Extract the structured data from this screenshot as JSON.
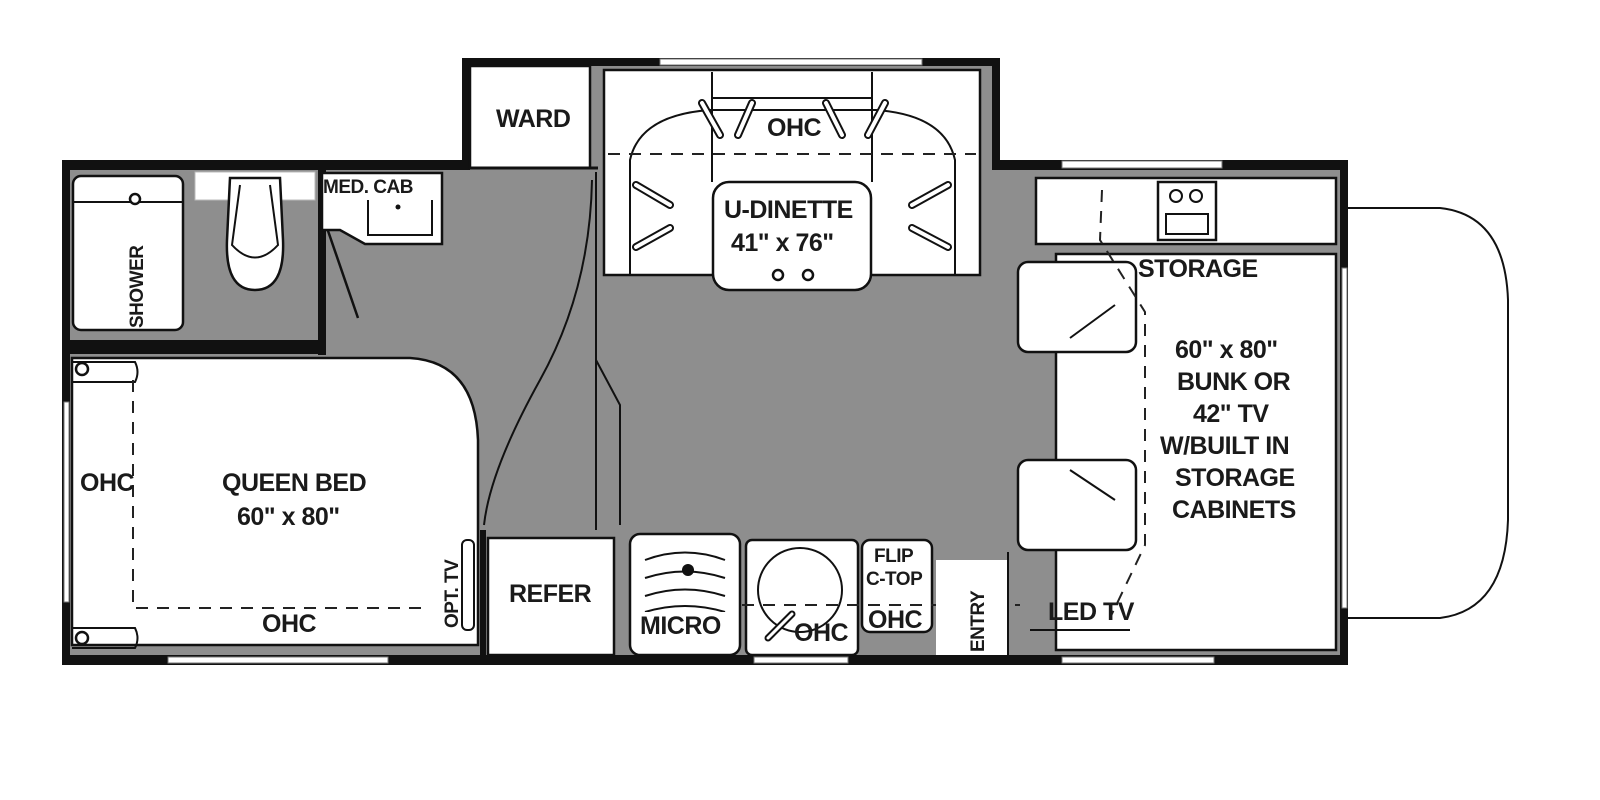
{
  "diagram": {
    "title": "RV Floor Plan",
    "colors": {
      "wall": "#111111",
      "floor": "#8e8e8e",
      "fixture": "#ffffff",
      "background": "#ffffff"
    },
    "rooms": {
      "shower": "SHOWER",
      "med_cab": "MED. CAB",
      "ward": "WARD",
      "dinette_ohc": "OHC",
      "dinette_name": "U-DINETTE",
      "dinette_size": "41\" x 76\"",
      "storage_top": "STORAGE",
      "bunk_line1": "60\" x 80\"",
      "bunk_line2": "BUNK OR",
      "bunk_line3": "42\" TV",
      "bunk_line4": "W/BUILT IN",
      "bunk_line5": "STORAGE",
      "bunk_line6": "CABINETS",
      "bed_ohc_left": "OHC",
      "bed_name": "QUEEN BED",
      "bed_size": "60\" x 80\"",
      "bed_ohc_bottom": "OHC",
      "opt_tv": "OPT. TV",
      "refer": "REFER",
      "micro": "MICRO",
      "galley_ohc": "OHC",
      "flip_line1": "FLIP",
      "flip_line2": "C-TOP",
      "flip_ohc": "OHC",
      "entry": "ENTRY",
      "led_tv": "LED TV"
    }
  }
}
